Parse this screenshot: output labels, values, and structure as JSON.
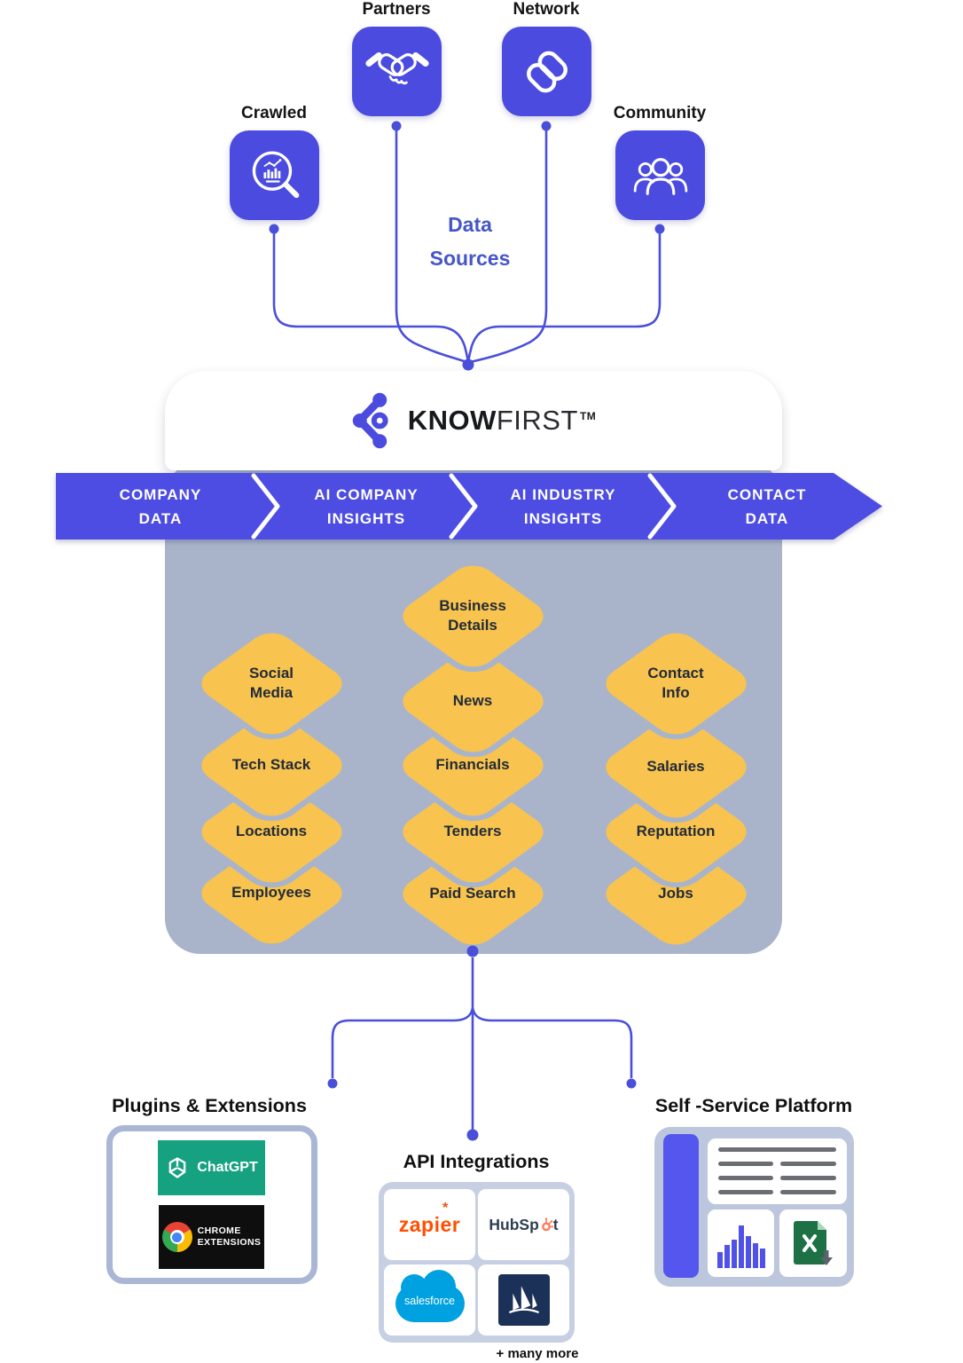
{
  "sources": {
    "heading": "Data\nSources",
    "items": [
      {
        "label": "Crawled",
        "icon": "magnifier-analytics-icon"
      },
      {
        "label": "Partners",
        "icon": "handshake-icon"
      },
      {
        "label": "Network",
        "icon": "chain-link-icon"
      },
      {
        "label": "Community",
        "icon": "people-group-icon"
      }
    ]
  },
  "brand": {
    "bold": "KNOW",
    "light": "FIRST",
    "tm": "TM"
  },
  "pipeline": {
    "segments": [
      "COMPANY\nDATA",
      "AI COMPANY\nINSIGHTS",
      "AI INDUSTRY\nINSIGHTS",
      "CONTACT\nDATA"
    ]
  },
  "data_matrix": {
    "left": [
      "Social\nMedia",
      "Tech Stack",
      "Locations",
      "Employees"
    ],
    "center": [
      "Business\nDetails",
      "News",
      "Financials",
      "Tenders",
      "Paid Search"
    ],
    "right": [
      "Contact\nInfo",
      "Salaries",
      "Reputation",
      "Jobs"
    ]
  },
  "outputs": {
    "plugins": {
      "title": "Plugins & Extensions",
      "chatgpt": "ChatGPT",
      "chrome": "CHROME\nEXTENSIONS"
    },
    "api": {
      "title": "API Integrations",
      "zapier": "zapier",
      "zapier_star": "*",
      "hubspot_pre": "HubSp",
      "hubspot_post": "t",
      "salesforce": "salesforce",
      "dynamics_icon": "microsoft-dynamics-sails-icon",
      "more": "+ many more"
    },
    "self_service": {
      "title": "Self -Service Platform",
      "excel_letter": "X"
    }
  },
  "colors": {
    "primary_blue": "#4B4BDF",
    "banner_blue": "#4D4DE3",
    "connector_blue": "#4A4FD9",
    "accent_yellow": "#F8C44F",
    "panel_gray": "#A9B4CB",
    "chatgpt_green": "#16A180",
    "zapier_orange": "#FF4F00",
    "hubspot_navy": "#2D3E50",
    "hubspot_orange": "#FF7A59",
    "salesforce_blue": "#00A1E0",
    "excel_green": "#1E7145",
    "dynamics_navy": "#1B3158"
  }
}
